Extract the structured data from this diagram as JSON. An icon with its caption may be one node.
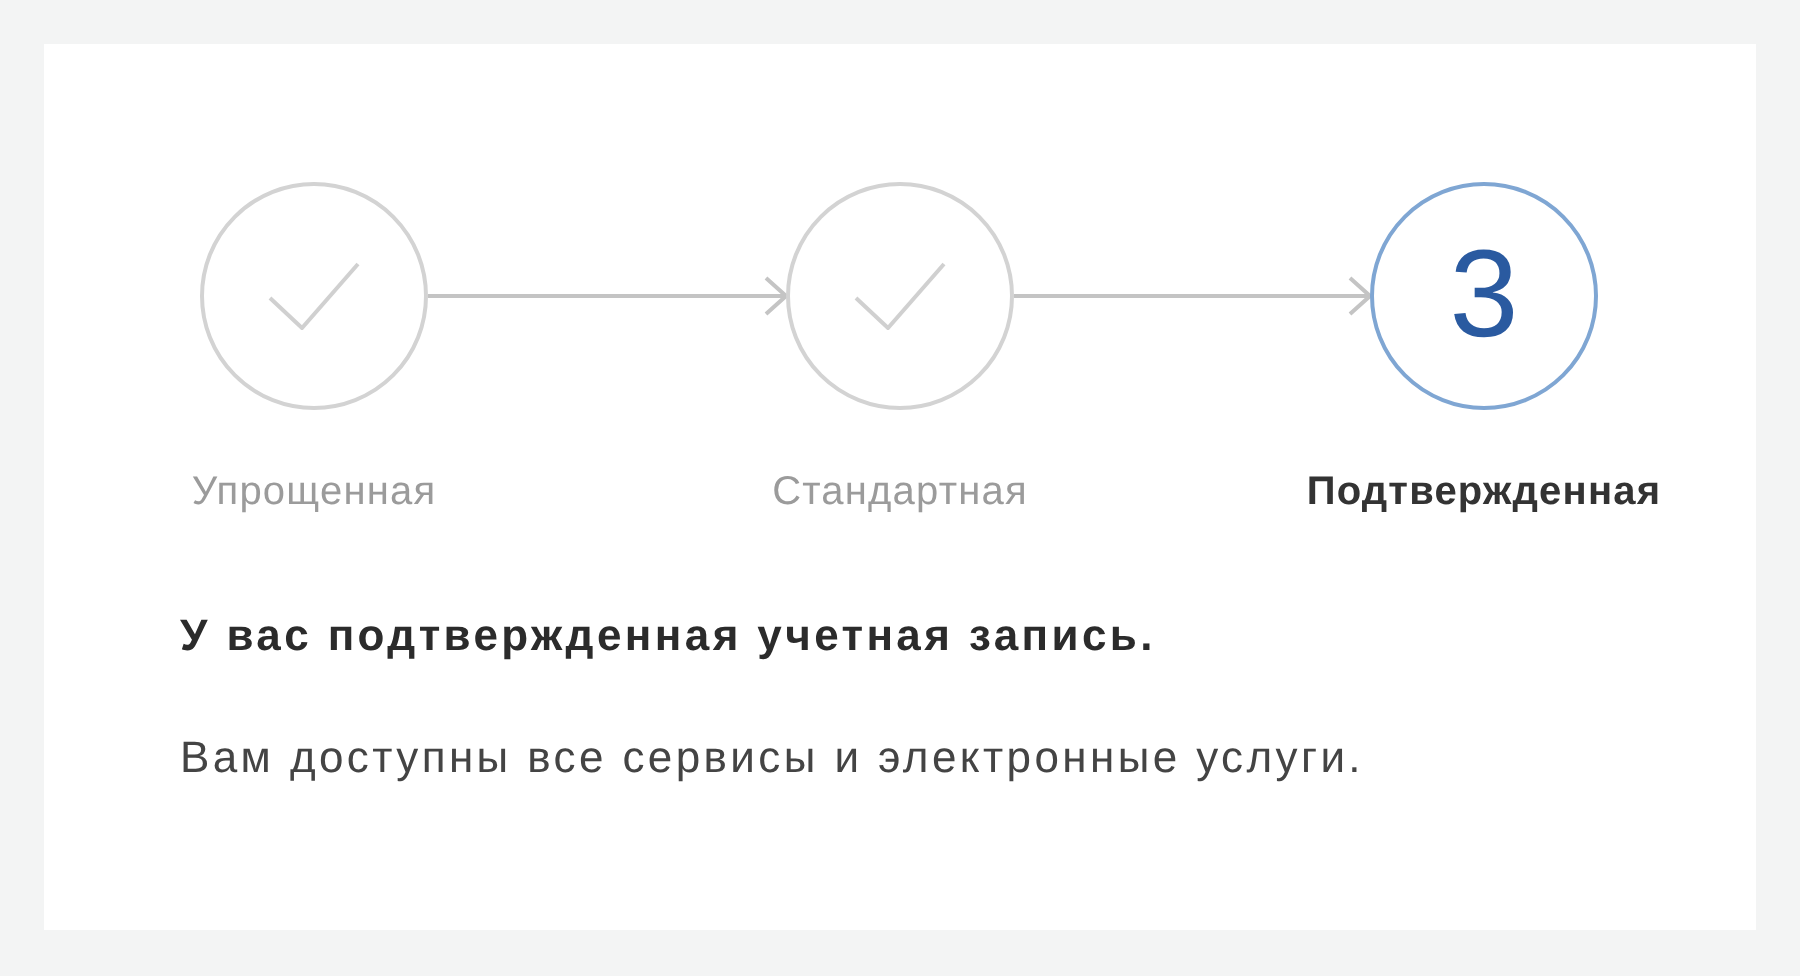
{
  "diagram": {
    "nodes": [
      {
        "text": [],
        "shape": "circle",
        "beside": [
          "Упрощенная"
        ]
      },
      {
        "text": [],
        "shape": "circle",
        "beside": [
          "Стандартная"
        ]
      },
      {
        "text": [
          "3"
        ],
        "beside": [
          "Подтвержденная"
        ]
      }
    ],
    "edges": [
      {
        "from": 0,
        "to": 1,
        "arrow": "to"
      },
      {
        "from": 1,
        "to": 2,
        "arrow": "to"
      }
    ],
    "labels": [
      "У вас подтвержденная учетная запись.",
      "Вам доступны все сервисы и электронные услуги."
    ]
  }
}
